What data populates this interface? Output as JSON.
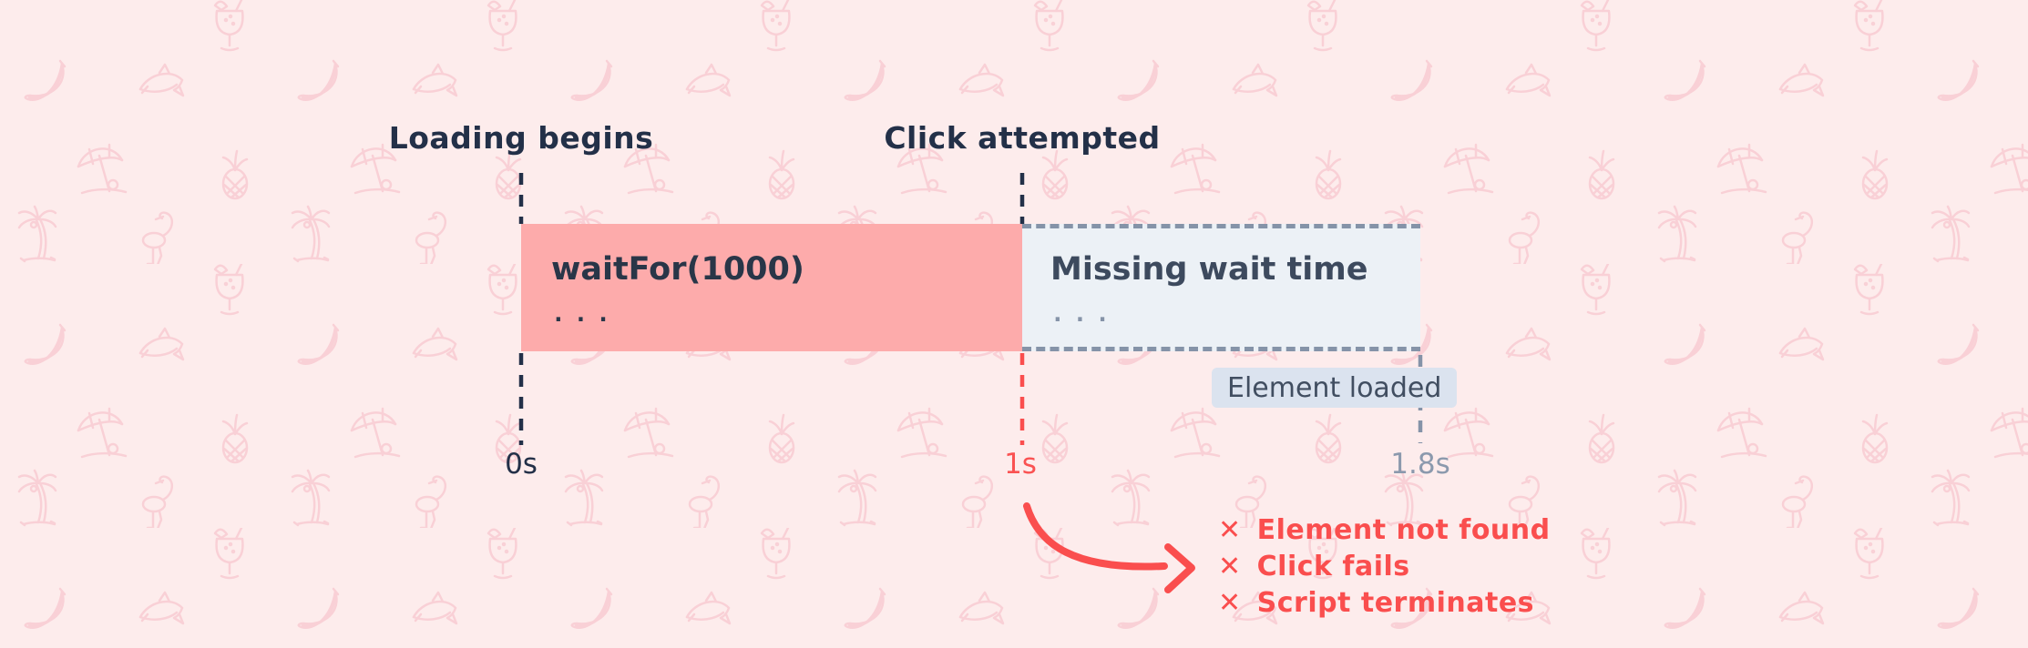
{
  "diagram": {
    "annotations": {
      "loading_begins": "Loading begins",
      "click_attempted": "Click attempted"
    },
    "segments": {
      "wait_for": {
        "title": "waitFor(1000)",
        "ellipsis": "..."
      },
      "missing_wait": {
        "title": "Missing wait time",
        "ellipsis": "..."
      }
    },
    "chip": {
      "label": "Element loaded"
    },
    "ticks": {
      "t0": "0s",
      "t1": "1s",
      "t2": "1.8s"
    },
    "errors": {
      "items": [
        {
          "icon": "✕",
          "label": "Element not found"
        },
        {
          "icon": "✕",
          "label": "Click fails"
        },
        {
          "icon": "✕",
          "label": "Script terminates"
        }
      ]
    }
  },
  "colors": {
    "background": "#fdecec",
    "pattern_pink": "#f8ccd2",
    "bar_pink": "#fdabab",
    "accent_red": "#fa4e4e",
    "navy": "#233048",
    "slate_text": "#3d4a5e",
    "gray_blue": "#8593a8",
    "missing_box_fill": "#ecf1f6",
    "chip_fill": "#dbe3ef"
  },
  "pattern_icons": [
    "cocktail-icon",
    "banana-icon",
    "dolphin-icon",
    "umbrella-icon",
    "pineapple-icon",
    "palm-tree-icon",
    "flamingo-icon"
  ]
}
